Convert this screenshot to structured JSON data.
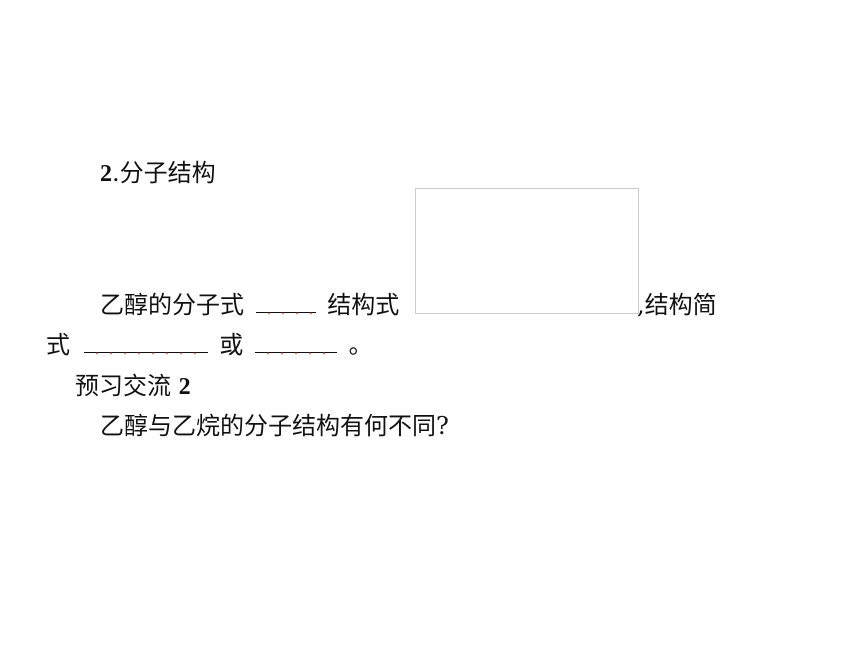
{
  "section": {
    "number": "2",
    "title": ".分子结构"
  },
  "structure_question": {
    "formula_label": "乙醇的分子式",
    "structural_label": "结构式",
    "simplified_label_part1": ",结构简",
    "simplified_label_part2": "式",
    "connector": "或",
    "end_mark": "。"
  },
  "exchange": {
    "title": "预习交流",
    "number": "2",
    "question": "乙醇与乙烷的分子结构有何不同?"
  }
}
